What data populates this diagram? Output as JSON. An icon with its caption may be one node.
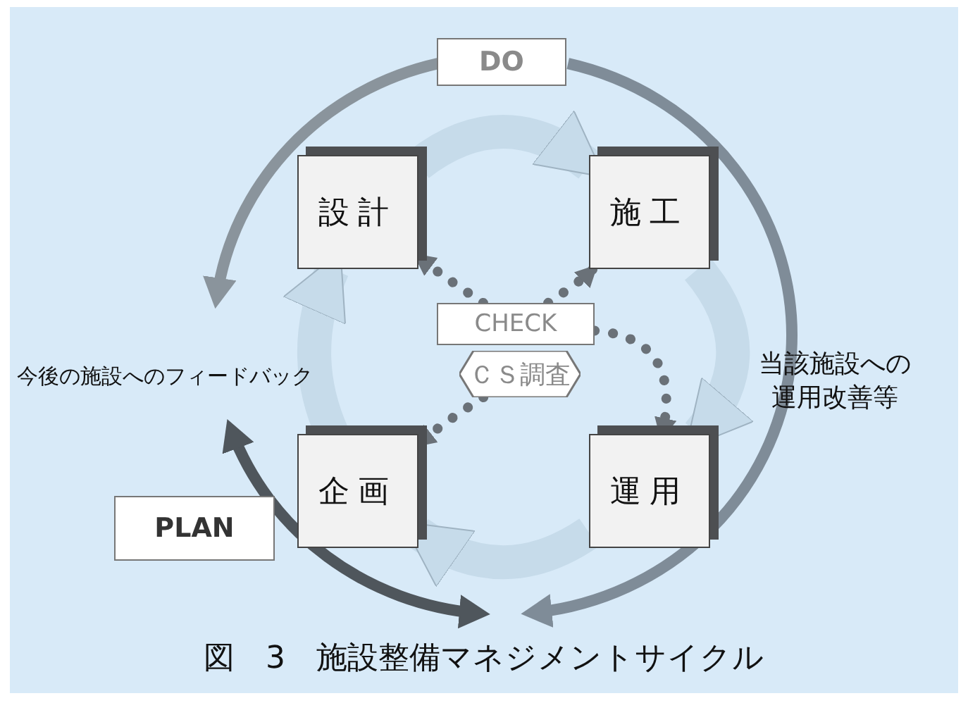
{
  "diagram": {
    "caption": "図　3　施設整備マネジメントサイクル",
    "nodes": [
      {
        "text": [
          "DO"
        ]
      },
      {
        "text": [
          "設計"
        ]
      },
      {
        "text": [
          "施工"
        ]
      },
      {
        "text": [
          "CHECK"
        ]
      },
      {
        "text": [
          "ＣＳ調査"
        ]
      },
      {
        "text": [
          "企画"
        ]
      },
      {
        "text": [
          "運用"
        ]
      },
      {
        "text": [
          "PLAN"
        ]
      }
    ],
    "edges": [
      {
        "from": 1,
        "to": 2,
        "arrow": "to",
        "style": "thick",
        "color": "#c6dbea"
      },
      {
        "from": 2,
        "to": 6,
        "arrow": "to",
        "style": "thick",
        "color": "#c6dbea"
      },
      {
        "from": 6,
        "to": 5,
        "arrow": "to",
        "style": "thick",
        "color": "#c6dbea"
      },
      {
        "from": 5,
        "to": 1,
        "arrow": "to",
        "style": "thick",
        "color": "#c6dbea"
      },
      {
        "from": 3,
        "to": 1,
        "arrow": "to",
        "style": "dashed",
        "color": "#6a7178"
      },
      {
        "from": 3,
        "to": 2,
        "arrow": "to",
        "style": "dashed",
        "color": "#6a7178"
      },
      {
        "from": 4,
        "to": 5,
        "arrow": "to",
        "style": "dashed",
        "color": "#6a7178"
      },
      {
        "from": 3,
        "to": 6,
        "arrow": "to",
        "style": "dashed",
        "color": "#6a7178"
      }
    ],
    "labels": [
      "今後の施設へのフィードバック",
      "当該施設への運用改善等"
    ]
  }
}
